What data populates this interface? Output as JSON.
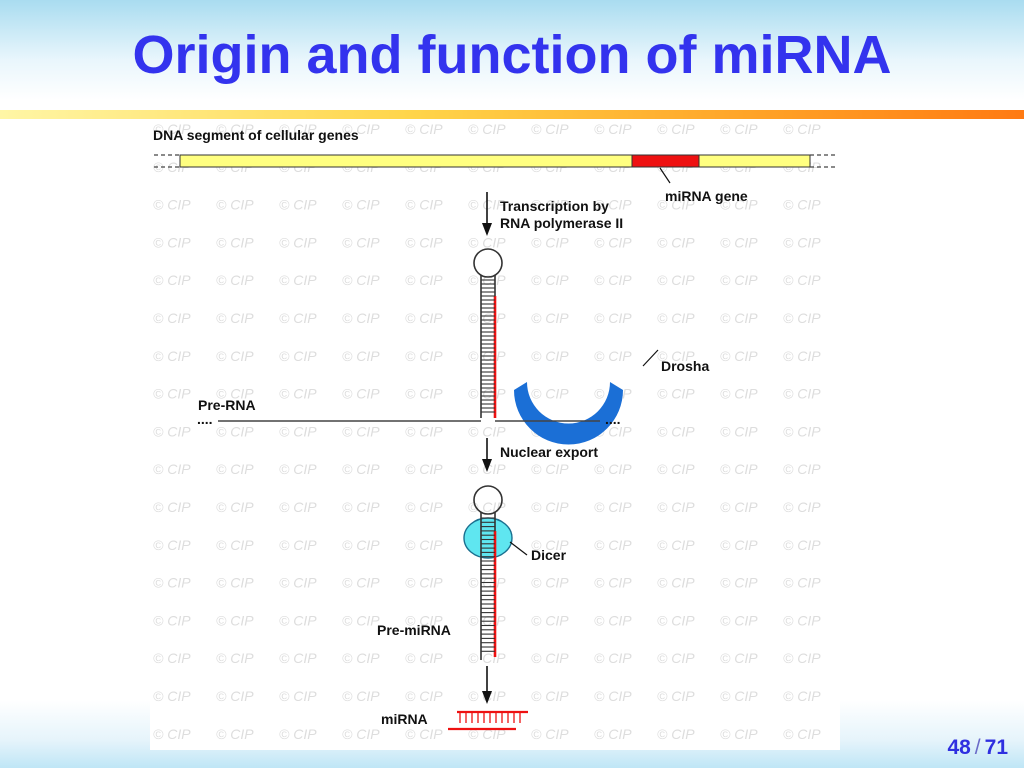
{
  "slide": {
    "title": "Origin and function of miRNA",
    "page_current": "48",
    "page_separator": "/",
    "page_total": "71"
  },
  "diagram": {
    "watermark_text": "© CIP",
    "labels": {
      "dna_segment": "DNA segment of cellular genes",
      "mirna_gene": "miRNA gene",
      "transcription_line1": "Transcription by",
      "transcription_line2": "RNA polymerase II",
      "drosha": "Drosha",
      "pre_rna": "Pre-RNA",
      "pre_rna_dots_left": "....",
      "pre_rna_dots_right": "....",
      "nuclear_export": "Nuclear export",
      "dicer": "Dicer",
      "pre_mirna": "Pre-miRNA",
      "mirna": "miRNA"
    }
  },
  "colors": {
    "title": "#3333ee",
    "dna_bar": "#ffff80",
    "mirna_strand": "#ee1111",
    "drosha": "#1b6fd6",
    "dicer": "#5fe6f0"
  }
}
